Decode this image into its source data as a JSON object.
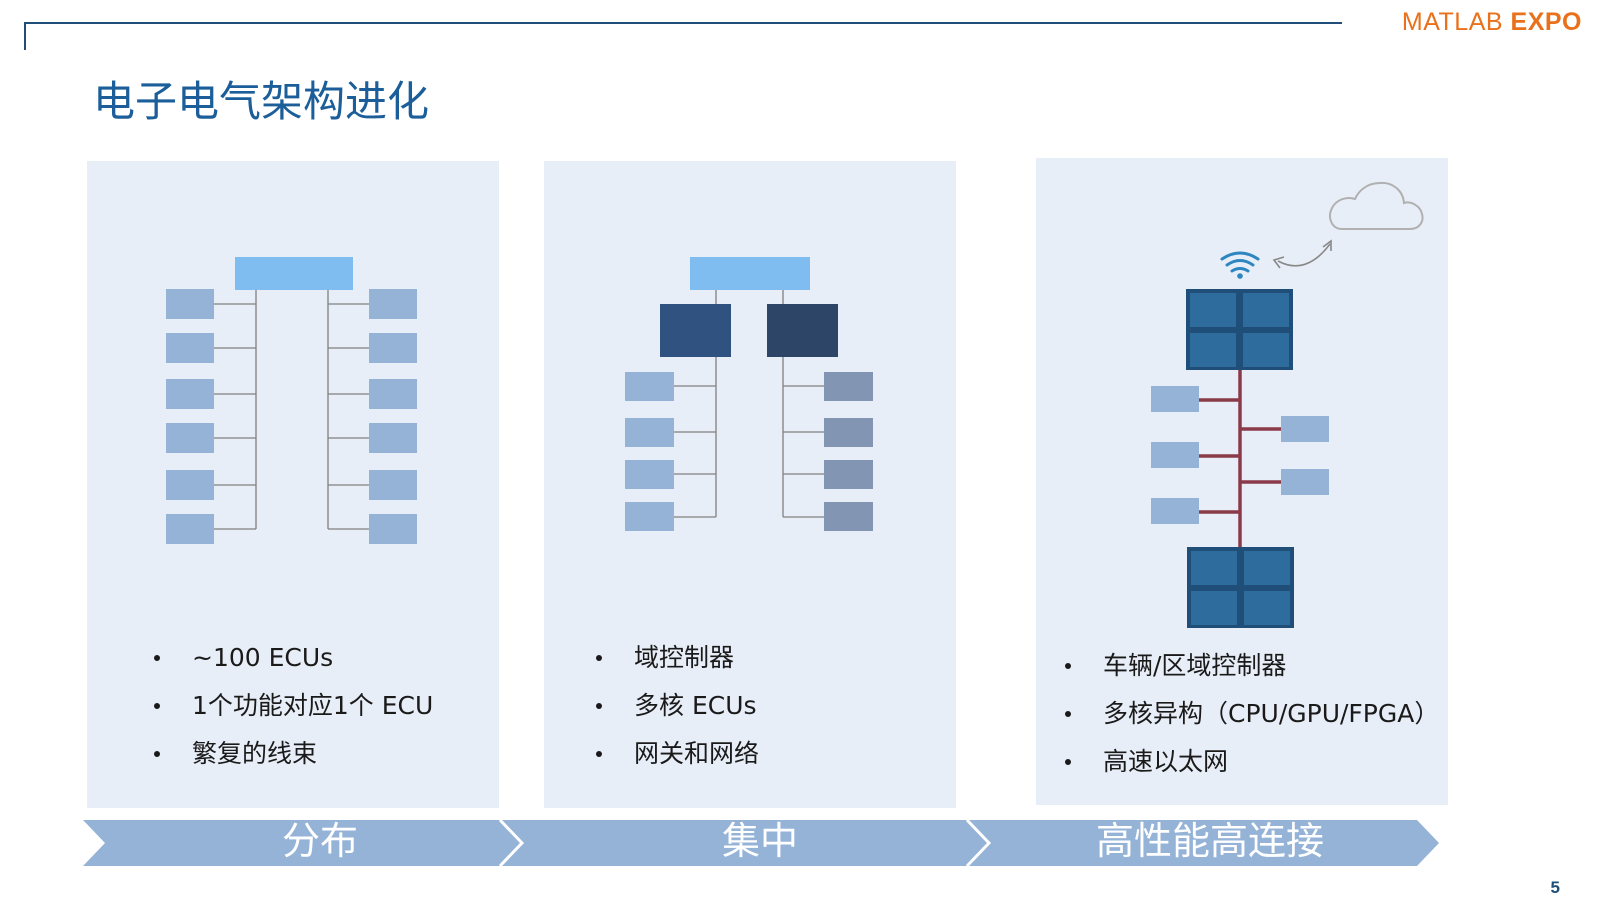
{
  "brand": {
    "part1": "MATLAB ",
    "part2": "EXPO"
  },
  "title": "电子电气架构进化",
  "columns": [
    {
      "bullets": [
        "~100 ECUs",
        "1个功能对应1个 ECU",
        "繁复的线束"
      ]
    },
    {
      "bullets": [
        "域控制器",
        "多核 ECUs",
        "网关和网络"
      ]
    },
    {
      "bullets": [
        "车辆/区域控制器",
        "多核异构（CPU/GPU/FPGA）",
        "高速以太网"
      ]
    }
  ],
  "stages": [
    "分布",
    "集中",
    "高性能高连接"
  ],
  "page_number": "5",
  "colors": {
    "title": "#1b5e99",
    "brand": "#e9711c",
    "panel_bg": "#e8eef7",
    "top_box": "#7fbdf0",
    "ecu_box": "#95b3d7",
    "domain_box_1": "#2f5280",
    "domain_box_2": "#2d4566",
    "gray_ecu": "#8296b3",
    "controller": "#2e6c9e",
    "ethernet_bus": "#8b3a4a",
    "stage_arrow": "#95b3d7"
  },
  "icons": [
    "wifi-icon",
    "cloud-icon",
    "bidirectional-arrow-icon"
  ]
}
